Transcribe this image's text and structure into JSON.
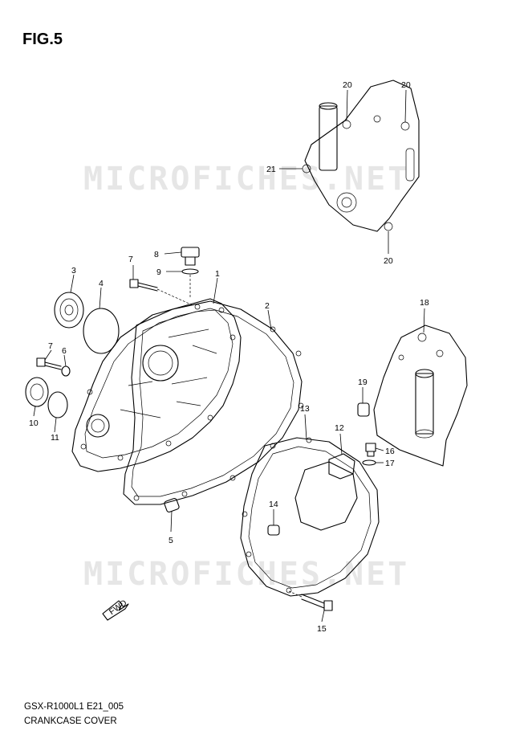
{
  "figure": {
    "title": "FIG.5",
    "model_code": "GSX-R1000L1 E21_005",
    "caption": "CRANKCASE COVER"
  },
  "watermark": "MICROFICHES.NET",
  "fwd_label": "FWD",
  "callouts": [
    {
      "id": "c1",
      "label": "1"
    },
    {
      "id": "c2",
      "label": "2"
    },
    {
      "id": "c3",
      "label": "3"
    },
    {
      "id": "c4",
      "label": "4"
    },
    {
      "id": "c5",
      "label": "5"
    },
    {
      "id": "c6",
      "label": "6"
    },
    {
      "id": "c7a",
      "label": "7"
    },
    {
      "id": "c7b",
      "label": "7"
    },
    {
      "id": "c8",
      "label": "8"
    },
    {
      "id": "c9",
      "label": "9"
    },
    {
      "id": "c10",
      "label": "10"
    },
    {
      "id": "c11",
      "label": "11"
    },
    {
      "id": "c12",
      "label": "12"
    },
    {
      "id": "c13",
      "label": "13"
    },
    {
      "id": "c14",
      "label": "14"
    },
    {
      "id": "c15",
      "label": "15"
    },
    {
      "id": "c16",
      "label": "16"
    },
    {
      "id": "c17",
      "label": "17"
    },
    {
      "id": "c18",
      "label": "18"
    },
    {
      "id": "c19",
      "label": "19"
    },
    {
      "id": "c20a",
      "label": "20"
    },
    {
      "id": "c20b",
      "label": "20"
    },
    {
      "id": "c20c",
      "label": "20"
    },
    {
      "id": "c21",
      "label": "21"
    }
  ]
}
